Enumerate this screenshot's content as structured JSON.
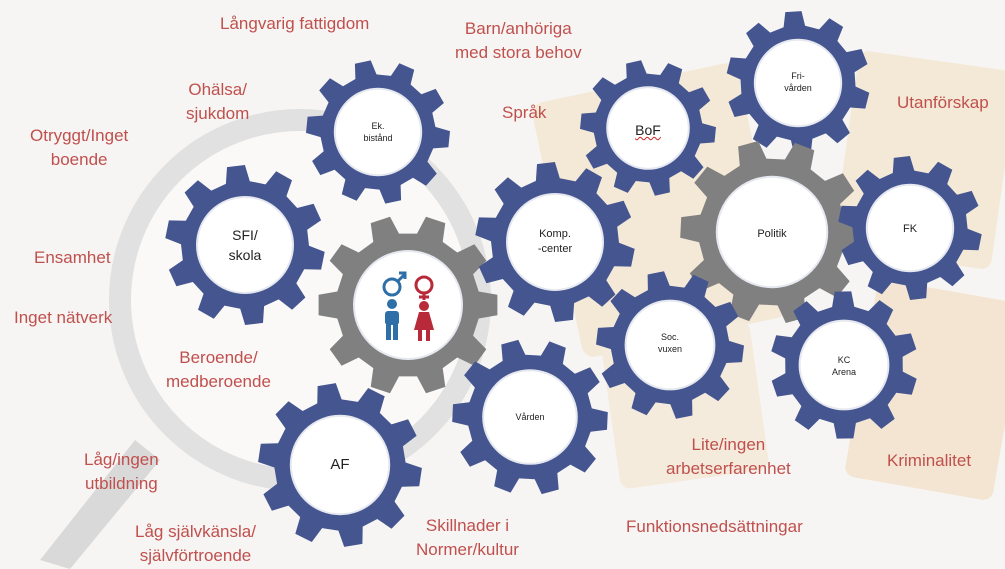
{
  "colors": {
    "background": "#f6f5f3",
    "gear_blue": "#44558f",
    "gear_gray": "#808080",
    "label_red": "#c0504d",
    "male_blue": "#2e6fa8",
    "female_red": "#b82a3a"
  },
  "center_icon": "male-female-symbols-icon",
  "gears": {
    "ek_bistand": [
      "Ek.",
      "bistånd"
    ],
    "sfi_skola": [
      "SFI/",
      "skola"
    ],
    "af": "AF",
    "varden": "Vården",
    "komp_center": [
      "Komp.",
      "-center"
    ],
    "bof": "BoF",
    "frivarden": [
      "Fri-",
      "vården"
    ],
    "politik": "Politik",
    "fk": "FK",
    "soc_vuxen": [
      "Soc.",
      "vuxen"
    ],
    "kc_arena": [
      "KC",
      "Arena"
    ]
  },
  "labels": {
    "langvarig_fattigdom": [
      "Långvarig fattigdom"
    ],
    "barn_anhoriga": [
      "Barn/anhöriga",
      "med stora behov"
    ],
    "ohalsa": [
      "Ohälsa/",
      "sjukdom"
    ],
    "sprak": [
      "Språk"
    ],
    "utanforskap": [
      "Utanförskap"
    ],
    "otryggt": [
      "Otryggt/Inget",
      "boende"
    ],
    "ensamhet": [
      "Ensamhet"
    ],
    "inget_natverk": [
      "Inget nätverk"
    ],
    "beroende": [
      "Beroende/",
      "medberoende"
    ],
    "lag_utbildning": [
      "Låg/ingen",
      "utbildning"
    ],
    "lite_arbetserfarenhet": [
      "Lite/ingen",
      "arbetserfarenhet"
    ],
    "kriminalitet": [
      "Kriminalitet"
    ],
    "funktionsnedsattningar": [
      "Funktionsnedsättningar"
    ],
    "skillnader": [
      "Skillnader i",
      "Normer/kultur"
    ],
    "lag_sjalvkansla": [
      "Låg självkänsla/",
      "självförtroende"
    ]
  }
}
